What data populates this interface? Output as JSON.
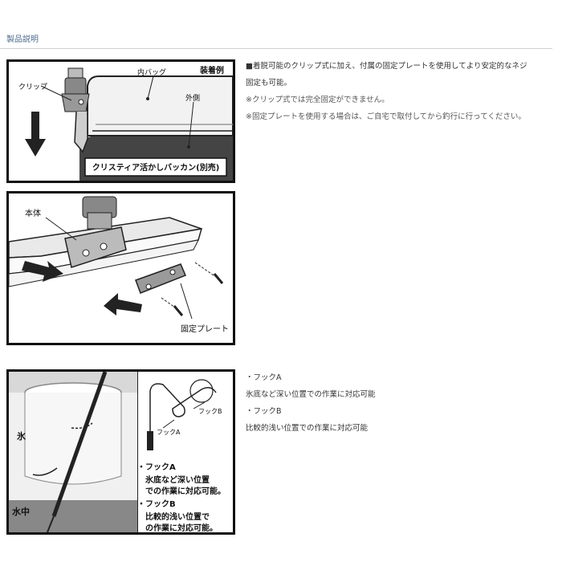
{
  "header": {
    "title": "製品説明"
  },
  "figure1": {
    "label_example": "装着例",
    "label_inner_bag": "内バッグ",
    "label_clip": "クリップ",
    "label_outer": "外側",
    "caption": "クリスティア活かしバッカン(別売)"
  },
  "figure2": {
    "label_body": "本体",
    "label_plate": "固定プレート"
  },
  "figure3": {
    "label_ice": "氷",
    "label_water": "水中",
    "label_hook_b": "フックB",
    "label_hook_a": "フックA",
    "legend_a_title": "・フックA",
    "legend_a_line1": "氷底など深い位置",
    "legend_a_line2": "での作業に対応可能。",
    "legend_b_title": "・フックB",
    "legend_b_line1": "比較的浅い位置で",
    "legend_b_line2": "の作業に対応可能。"
  },
  "description1": {
    "line1": "■着脱可能のクリップ式に加え、付属の固定プレートを使用してより安定的なネジ",
    "line2": "固定も可能。",
    "note1": "※クリップ式では完全固定ができません。",
    "note2": "※固定プレートを使用する場合は、ご自宅で取付してから釣行に行ってください。"
  },
  "description2": {
    "hook_a_label": "・フックA",
    "hook_a_text": "氷底など深い位置での作業に対応可能",
    "hook_b_label": "・フックB",
    "hook_b_text": "比較的浅い位置での作業に対応可能"
  }
}
